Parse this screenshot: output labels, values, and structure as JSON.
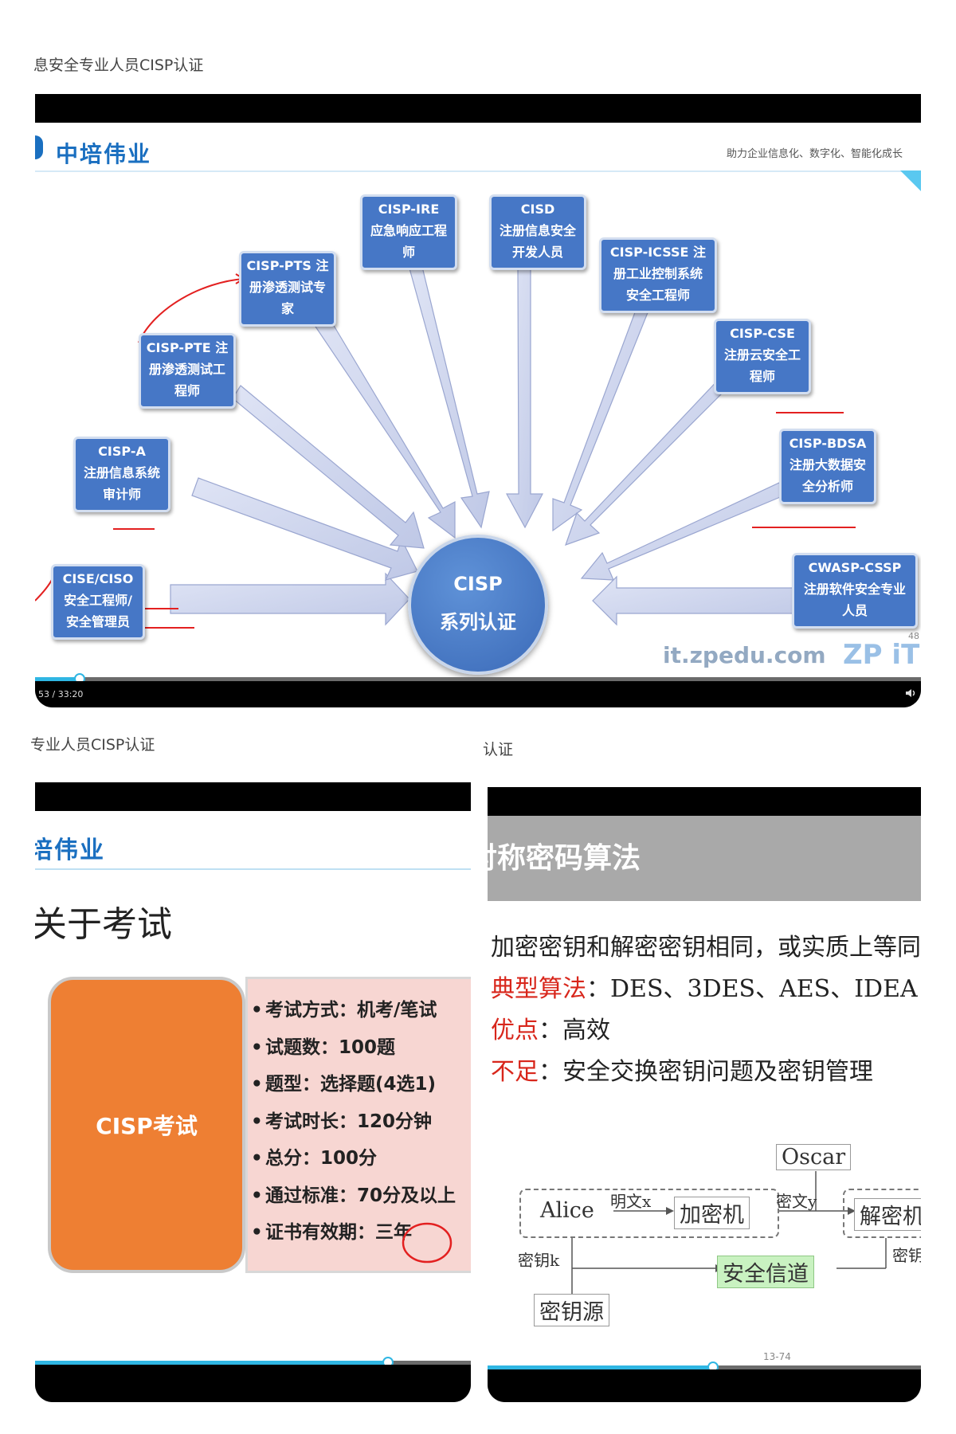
{
  "captions": {
    "first": "息安全专业人员CISP认证",
    "second": "专业人员CISP认证",
    "third": "认证"
  },
  "video1": {
    "time": "53 / 33:20",
    "progress": 0.05,
    "slide": {
      "brand": "中培伟业",
      "tagline": "助力企业信息化、数字化、智能化成长",
      "hub_line1": "CISP",
      "hub_line2": "系列认证",
      "site": "it.zpedu.com",
      "logo_mark": "ZP iT",
      "page_num": "48",
      "certs": [
        {
          "line1": "CISE/CISO",
          "line2": "安全工程师/",
          "line3": "安全管理员"
        },
        {
          "line1": "CISP-A",
          "line2": "注册信息系统",
          "line3": "审计师"
        },
        {
          "line1": "CISP-PTE 注",
          "line2": "册渗透测试工",
          "line3": "程师"
        },
        {
          "line1": "CISP-PTS 注",
          "line2": "册渗透测试专",
          "line3": "家"
        },
        {
          "line1": "CISP-IRE",
          "line2": "应急响应工程",
          "line3": "师"
        },
        {
          "line1": "CISD",
          "line2": "注册信息安全",
          "line3": "开发人员"
        },
        {
          "line1": "CISP-ICSSE 注",
          "line2": "册工业控制系统",
          "line3": "安全工程师"
        },
        {
          "line1": "CISP-CSE",
          "line2": "注册云安全工",
          "line3": "程师"
        },
        {
          "line1": "CISP-BDSA",
          "line2": "注册大数据安",
          "line3": "全分析师"
        },
        {
          "line1": "CWASP-CSSP",
          "line2": "注册软件安全专业",
          "line3": "人员"
        }
      ]
    }
  },
  "video2": {
    "progress": 0.81,
    "slide": {
      "brand": "培伟业",
      "heading": "关于考试",
      "box_label": "CISP考试",
      "items": [
        "考试方式：机考/笔试",
        "试题数：100题",
        "题型：选择题(4选1)",
        "考试时长：120分钟",
        "总分：100分",
        "通过标准：70分及以上",
        "证书有效期：三年"
      ]
    }
  },
  "video3": {
    "progress": 0.52,
    "slide": {
      "title": "对称密码算法",
      "line1": "加密密钥和解密密钥相同，或实质上等同",
      "line2_red": "典型算法",
      "line2_rest": "：DES、3DES、AES、IDEA",
      "line3_red": "优点",
      "line3_rest": "：高效",
      "line4_red": "不足",
      "line4_rest": "：安全交换密钥问题及密钥管理",
      "diagram": {
        "oscar": "Oscar",
        "alice": "Alice",
        "encryptor": "加密机",
        "decryptor": "解密机",
        "plaintext": "明文x",
        "ciphertext": "密文y",
        "secure_channel": "安全信道",
        "key_left": "密钥k",
        "key_right": "密钥",
        "key_source": "密钥源"
      },
      "page_num": "13-74"
    }
  },
  "colors": {
    "cert_blue": "#4677c6",
    "progress": "#2fb6e3",
    "orange": "#ee7f33",
    "pink": "#f7d6d2",
    "red_text": "#d8261b",
    "title_gray": "#a9a9a9"
  }
}
